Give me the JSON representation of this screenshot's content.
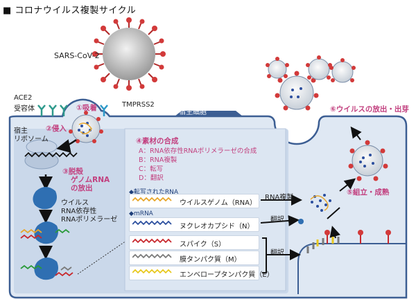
{
  "title": "■ コロナウイルス複製サイクル",
  "virus_label": "SARS-CoV-2",
  "ace2": {
    "line1": "ACE2",
    "line2": "受容体"
  },
  "tmprss2": "TMPRSS2",
  "host_cell": "宿主細胞",
  "ribosome": {
    "line1": "宿主",
    "line2": "リボソーム"
  },
  "steps": {
    "s1": "①吸着",
    "s2": "②侵入",
    "s3_line1": "③脱殻",
    "s3_line2": "ゲノムRNA",
    "s3_line3": "の放出",
    "s4": "④素材の合成",
    "s5": "⑤組立・成熟",
    "s6": "⑥ウイルスの放出・出芽"
  },
  "synthesis_items": [
    "A：RNA依存性RNAポリメラーゼの合成",
    "B：RNA複製",
    "C：転写",
    "D：翻訳"
  ],
  "polymerase": {
    "line1": "ウイルス",
    "line2": "RNA依存性",
    "line3": "RNAポリメラーゼ"
  },
  "transcribed_rna": "◆転写されたRNA",
  "mrna": "◆mRNA",
  "rows": [
    {
      "label": "ウイルスゲノム（RNA）",
      "color": "#e8a62a"
    },
    {
      "label": "ヌクレオカプシド（N）",
      "color": "#2c4f9e"
    },
    {
      "label": "スパイク（S）",
      "color": "#c8282d"
    },
    {
      "label": "膜タンパク質（M）",
      "color": "#7a7a7a"
    },
    {
      "label": "エンベロープタンパク質（E）",
      "color": "#e8c81e"
    }
  ],
  "arrows": {
    "rna_replication": "RNA複製",
    "translation1": "翻訳",
    "translation2": "翻訳"
  },
  "colors": {
    "cell_fill": "#dfe8f3",
    "cell_border": "#3c5e93",
    "inner_fill": "#cad8ea",
    "accent": "#c2407f",
    "spike": "#c8282d"
  }
}
